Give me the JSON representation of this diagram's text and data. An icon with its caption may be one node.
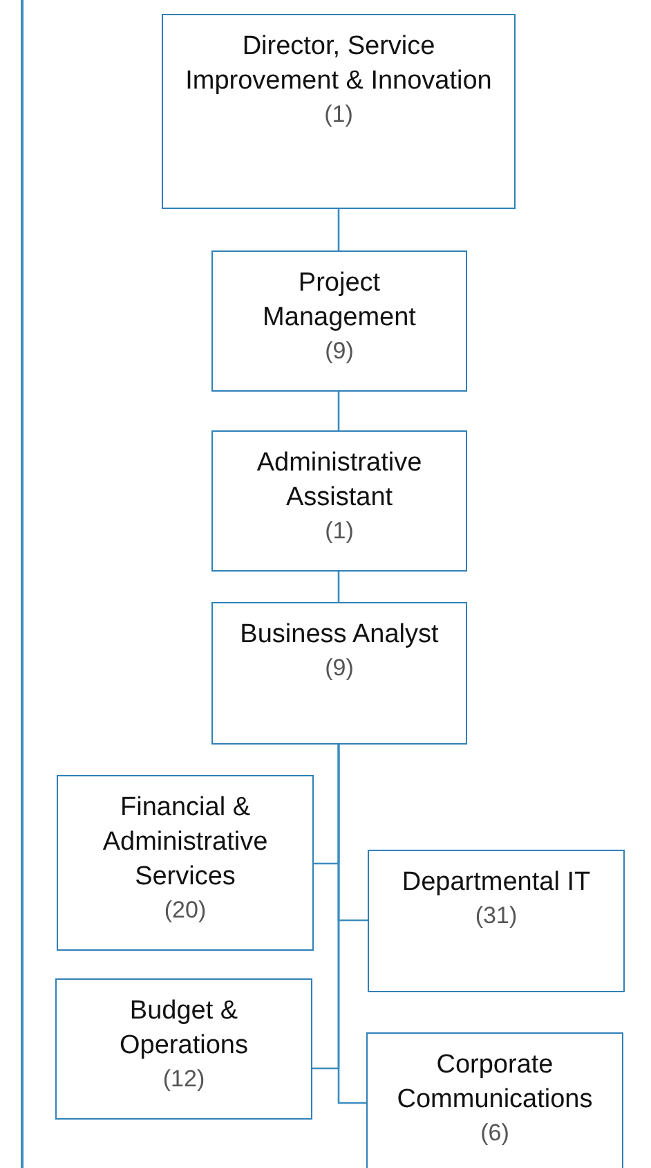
{
  "diagram": {
    "nodes": [
      {
        "text": [
          "Director, Service Improvement & Innovation",
          "(1)"
        ]
      },
      {
        "text": [
          "Project Management",
          "(9)"
        ]
      },
      {
        "text": [
          "Administrative Assistant",
          "(1)"
        ]
      },
      {
        "text": [
          "Business Analyst",
          "(9)"
        ]
      },
      {
        "text": [
          "Financial & Administrative Services",
          "(20)"
        ]
      },
      {
        "text": [
          "Departmental IT",
          "(31)"
        ]
      },
      {
        "text": [
          "Budget & Operations",
          "(12)"
        ]
      },
      {
        "text": [
          "Corporate Communications",
          "(6)"
        ]
      }
    ],
    "edges": [
      {
        "from": 0,
        "to": 1,
        "arrow": "none"
      },
      {
        "from": 1,
        "to": 2,
        "arrow": "none"
      },
      {
        "from": 2,
        "to": 3,
        "arrow": "none"
      },
      {
        "from": 3,
        "to": 4,
        "arrow": "none"
      },
      {
        "from": 3,
        "to": 5,
        "arrow": "none"
      },
      {
        "from": 3,
        "to": 6,
        "arrow": "none"
      },
      {
        "from": 3,
        "to": 7,
        "arrow": "none"
      }
    ]
  }
}
